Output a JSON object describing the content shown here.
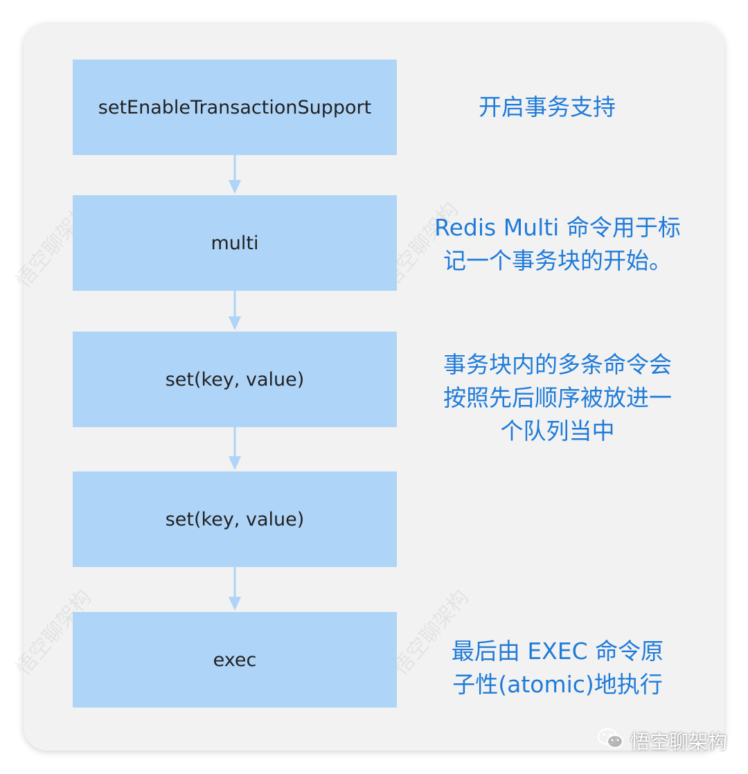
{
  "steps": [
    {
      "label": "setEnableTransactionSupport"
    },
    {
      "label": "multi"
    },
    {
      "label": "set(key, value)"
    },
    {
      "label": "set(key, value)"
    },
    {
      "label": "exec"
    }
  ],
  "notes": [
    {
      "lines": [
        "开启事务支持"
      ]
    },
    {
      "lines": [
        "Redis Multi 命令用于标",
        "记一个事务块的开始。"
      ]
    },
    {
      "lines": [
        "事务块内的多条命令会",
        "按照先后顺序被放进一",
        "个队列当中"
      ]
    },
    {
      "lines": [
        "最后由 EXEC 命令原",
        "子性(atomic)地执行"
      ]
    }
  ],
  "watermark_text": "悟空聊架构",
  "brand": {
    "icon": "wechat-icon",
    "name": "悟空聊架构"
  },
  "colors": {
    "box": "#aed4f8",
    "note": "#1f7bd9",
    "arrow": "#aed4f8",
    "card": "#f2f2f2"
  }
}
